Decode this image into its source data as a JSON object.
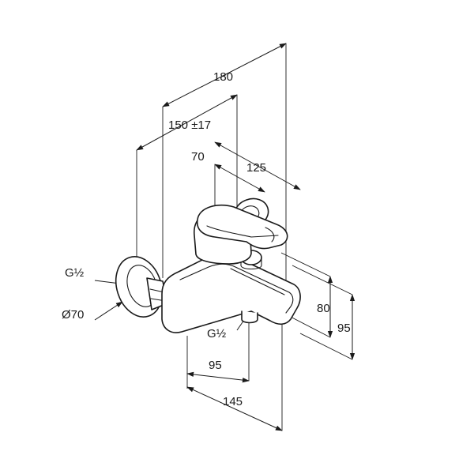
{
  "dimensions": {
    "overall_depth": "180",
    "wall_spacing": "150 ±17",
    "handle_depth": "70",
    "spout_depth": "125",
    "spout_height": "80",
    "total_height": "95",
    "inlet_thread": "G½",
    "escutcheon_diameter": "Ø70",
    "outlet_thread": "G½",
    "outlet_offset": "95",
    "overall_length": "145"
  },
  "colors": {
    "line": "#1a1a1a",
    "background": "#ffffff"
  }
}
